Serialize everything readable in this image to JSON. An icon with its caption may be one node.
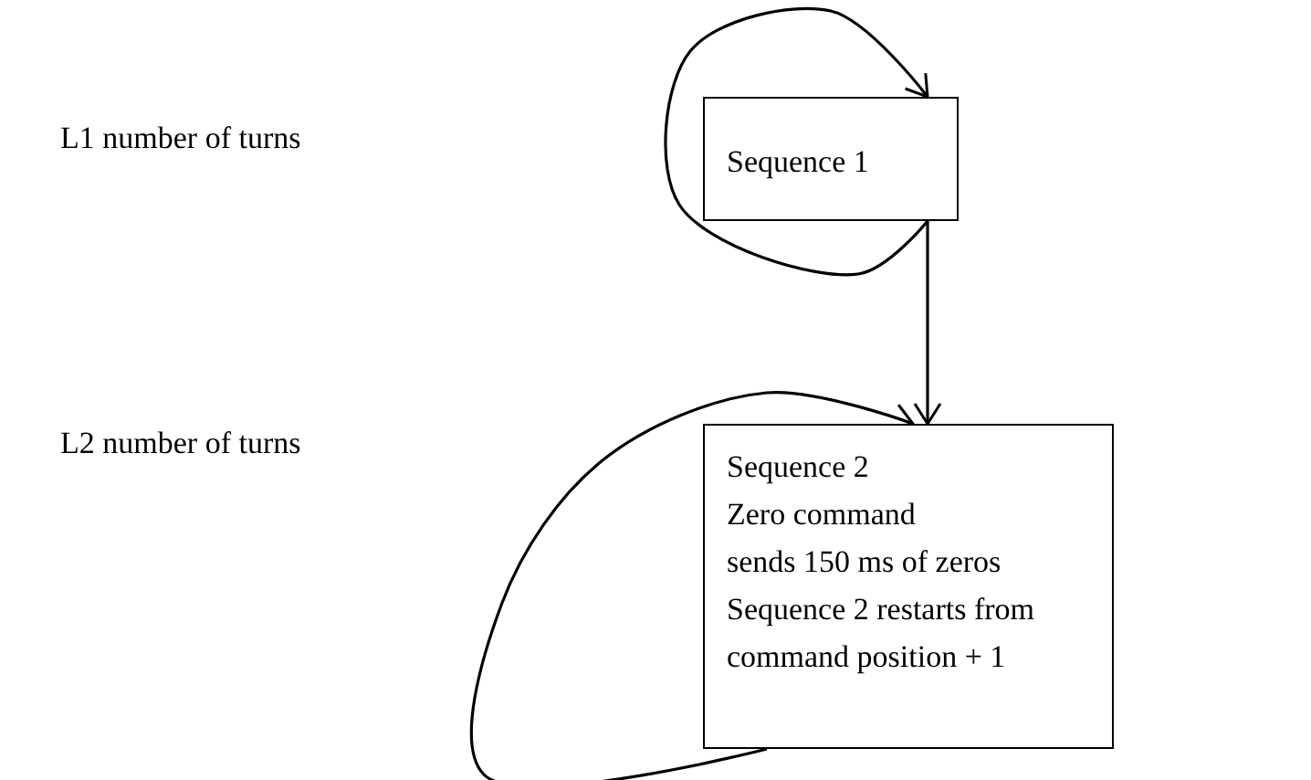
{
  "diagram": {
    "nodes": [
      {
        "text": [
          "Sequence 1"
        ]
      },
      {
        "text": [
          "Sequence 2",
          "Zero command",
          "sends 150 ms of zeros",
          "Sequence 2 restarts from command position + 1"
        ]
      }
    ],
    "edges": [
      {
        "from": 0,
        "to": 0,
        "arrow": "to"
      },
      {
        "from": 0,
        "to": 1,
        "arrow": "to"
      },
      {
        "from": 1,
        "to": 1,
        "arrow": "to"
      }
    ],
    "labels": [
      "L1 number of turns",
      "L2 number of turns"
    ]
  }
}
